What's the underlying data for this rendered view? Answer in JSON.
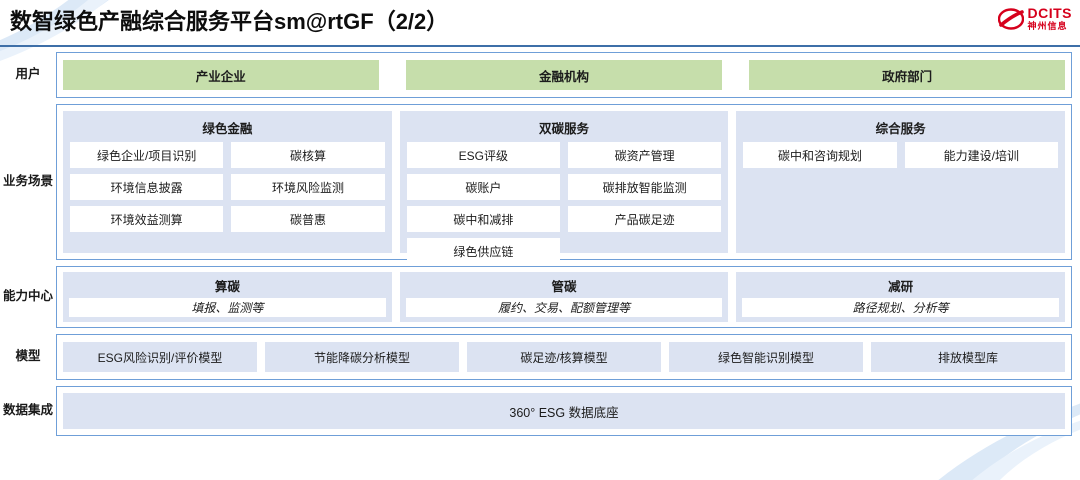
{
  "header": {
    "title": "数智绿色产融综合服务平台sm@rtGF（2/2）",
    "logo_en": "DCITS",
    "logo_cn": "神州信息"
  },
  "rows": {
    "users": {
      "label": "用户",
      "items": [
        {
          "label": "产业企业"
        },
        {
          "label": "金融机构"
        },
        {
          "label": "政府部门"
        }
      ]
    },
    "business": {
      "label": "业务场景",
      "panels": [
        {
          "title": "绿色金融",
          "tiles": [
            "绿色企业/项目识别",
            "碳核算",
            "环境信息披露",
            "环境风险监测",
            "环境效益测算",
            "碳普惠"
          ]
        },
        {
          "title": "双碳服务",
          "tiles": [
            "ESG评级",
            "碳资产管理",
            "碳账户",
            "碳排放智能监测",
            "碳中和减排",
            "产品碳足迹",
            "绿色供应链"
          ]
        },
        {
          "title": "综合服务",
          "tiles": [
            "碳中和咨询规划",
            "能力建设/培训"
          ]
        }
      ]
    },
    "capability": {
      "label": "能力中心",
      "panels": [
        {
          "title": "算碳",
          "subtitle": "填报、监测等"
        },
        {
          "title": "管碳",
          "subtitle": "履约、交易、配额管理等"
        },
        {
          "title": "减研",
          "subtitle": "路径规划、分析等"
        }
      ]
    },
    "model": {
      "label": "模型",
      "items": [
        {
          "label": "ESG风险识别/评价模型"
        },
        {
          "label": "节能降碳分析模型"
        },
        {
          "label": "碳足迹/核算模型"
        },
        {
          "label": "绿色智能识别模型"
        },
        {
          "label": "排放模型库"
        }
      ]
    },
    "data_integration": {
      "label": "数据集成",
      "bar_label": "360° ESG 数据底座"
    }
  },
  "colors": {
    "user_chip_green": "#c6deab",
    "panel_blue": "#dce3f2",
    "border_blue": "#6f9fd8",
    "rule_blue": "#3e6fa8",
    "logo_red": "#d6001c"
  }
}
